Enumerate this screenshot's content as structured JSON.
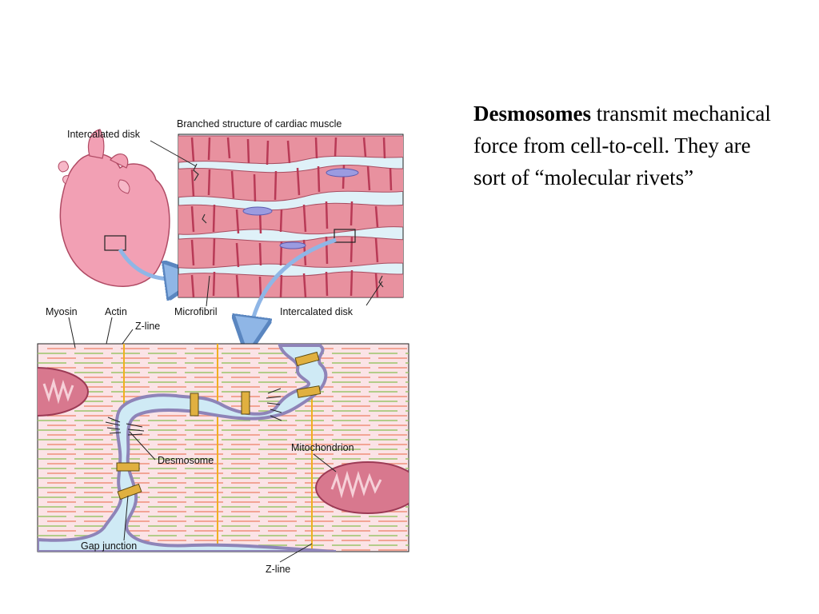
{
  "labels": {
    "intercalated_disk_top": "Intercalated disk",
    "branched_structure": "Branched structure of cardiac muscle",
    "microfibril": "Microfibril",
    "intercalated_disk_bottom": "Intercalated disk",
    "myosin": "Myosin",
    "actin": "Actin",
    "z_line_top": "Z-line",
    "desmosome": "Desmosome",
    "mitochondrion": "Mitochondrion",
    "gap_junction": "Gap junction",
    "z_line_bottom": "Z-line"
  },
  "description": {
    "bold": "Desmosomes",
    "rest": " transmit mechanical force from cell-to-cell. They are sort of “molecular rivets”"
  }
}
